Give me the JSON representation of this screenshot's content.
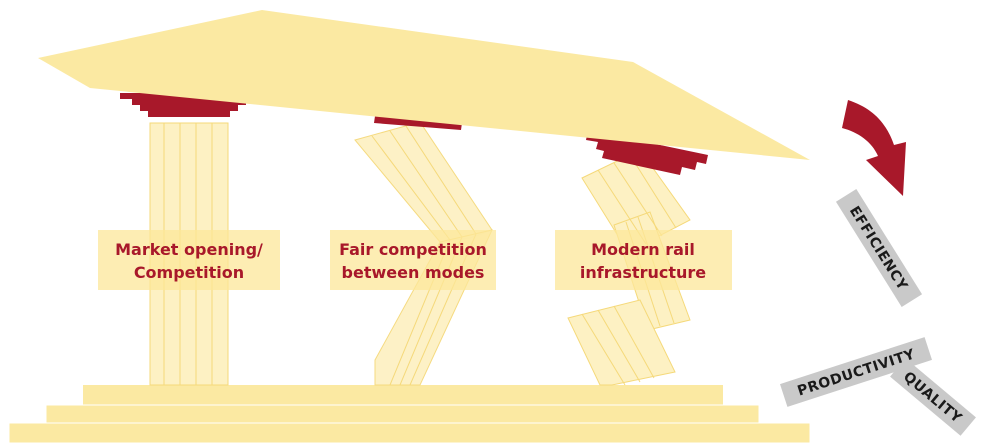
{
  "colors": {
    "cream": "#fbe9a2",
    "cream_light": "#fdf1c3",
    "cream_line": "#f5d97a",
    "dark_red": "#a8182a",
    "label_red": "#a8182a",
    "tag_gray": "#c9c9c9",
    "tag_text": "#1a1a1a"
  },
  "pillars": [
    {
      "line1": "Market opening/",
      "line2": "Competition",
      "state": "upright"
    },
    {
      "line1": "Fair competition",
      "line2": "between modes",
      "state": "bent"
    },
    {
      "line1": "Modern rail",
      "line2": "infrastructure",
      "state": "broken"
    }
  ],
  "outcomes": {
    "efficiency": "EFFICIENCY",
    "productivity": "PRODUCTIVITY",
    "quality": "QUALITY"
  },
  "icons": {
    "arrow": "curved-arrow-icon"
  }
}
